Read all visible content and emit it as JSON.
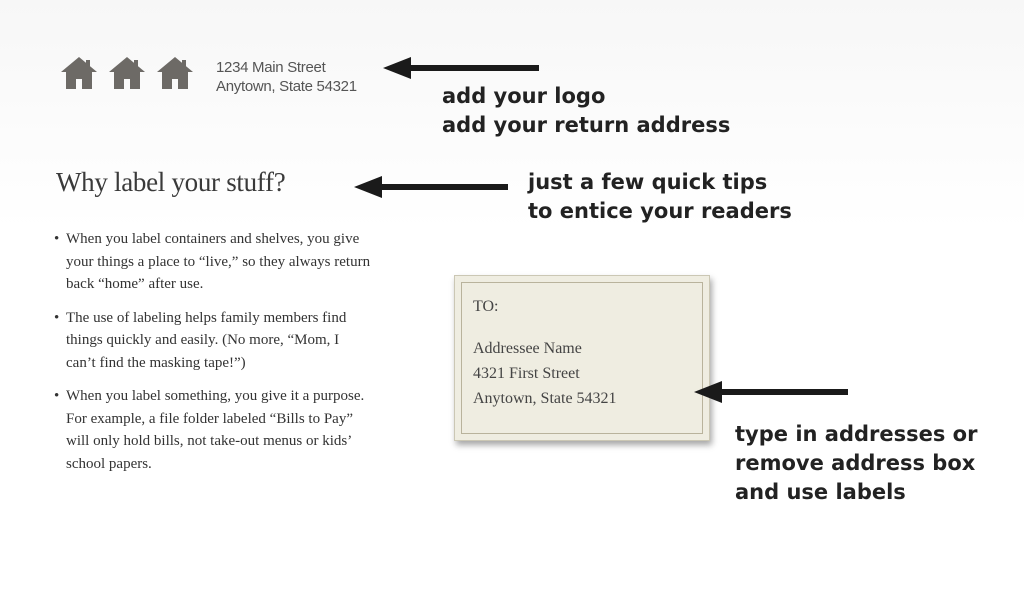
{
  "logo": {
    "icon": "house-icon",
    "count": 3,
    "color": "#6d6a66"
  },
  "return_address": {
    "line1": "1234 Main Street",
    "line2": "Anytown, State 54321"
  },
  "annotations": {
    "logo_note": {
      "line1": "add your logo",
      "line2": "add your return address"
    },
    "tips_note": {
      "line1": "just a few quick tips",
      "line2": "to entice your readers"
    },
    "address_note": {
      "line1": "type in addresses or",
      "line2": "remove address box",
      "line3": "and use labels"
    }
  },
  "heading": "Why label your stuff?",
  "tips": [
    "When you label containers and shelves, you give your things a place to “live,” so they always return back “home” after use.",
    "The use of labeling helps family members find things quickly and easily. (No more, “Mom, I can’t find the masking tape!”)",
    "When you label something, you give it a purpose. For example, a file folder labeled “Bills to Pay” will only hold bills, not take-out menus or kids’ school papers."
  ],
  "address_box": {
    "to_label": "TO:",
    "name": "Addressee Name",
    "street": "4321 First Street",
    "city_state_zip": "Anytown, State 54321"
  },
  "colors": {
    "arrow": "#1a1a1a",
    "box_bg": "#efede1"
  }
}
